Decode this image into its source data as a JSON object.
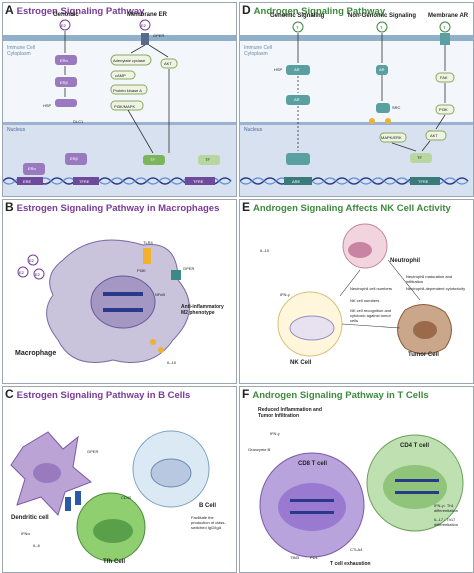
{
  "panels": {
    "A": {
      "letter": "A",
      "title": "Estrogen Signaling Pathway"
    },
    "B": {
      "letter": "B",
      "title": "Estrogen Signaling Pathway in Macrophages"
    },
    "C": {
      "letter": "C",
      "title": "Estrogen Signaling Pathway in B Cells"
    },
    "D": {
      "letter": "D",
      "title": "Androgen Signaling Pathway"
    },
    "E": {
      "letter": "E",
      "title": "Androgen Signaling Affects NK Cell Activity"
    },
    "F": {
      "letter": "F",
      "title": "Androgen Signaling Pathway in T Cells"
    }
  },
  "a": {
    "genomic": "Genomic",
    "membrane_er": "Membrane ER",
    "immune_cytoplasm": "Immune Cell Cytoplasm",
    "nucleus": "Nucleus",
    "e2": "E2",
    "gper": "GPER",
    "era": "ERα",
    "erb": "ERβ",
    "hsp": "HSP",
    "dlc1": "DLC1",
    "adenylate": "Adenylate cyclase",
    "camp": "cAMP",
    "pka": "Protein kinase A",
    "pi3k_mapk": "PI3K/MAPK",
    "akt": "AKT",
    "tf": "TF",
    "ere": "ERE",
    "tfre": "TFRE"
  },
  "d": {
    "genomic": "Genomic Signaling",
    "nongenomic": "Non-Genomic Signaling",
    "membrane_ar": "Membrane AR",
    "immune_cytoplasm": "Immune Cell Cytoplasm",
    "nucleus": "Nucleus",
    "t": "T",
    "ar": "AR",
    "hsp": "HSP",
    "src": "SRC",
    "fak": "FAK",
    "pi3k": "PI3K",
    "akt": "AKT",
    "mapk": "MAPK/ERK",
    "tf": "TF",
    "are": "ARE",
    "tfre": "TFRE",
    "p": "P"
  },
  "b": {
    "e2": "E2",
    "tlr4": "TLR4",
    "pi3k": "PI3K",
    "gper": "GPER",
    "nfkb": "NFκB",
    "anti_inflam": "Anti-inflammatory\nM2 phenotype",
    "macrophage": "Macrophage",
    "il10": "IL-10"
  },
  "e": {
    "neutrophil": "Neutrophil",
    "nk_cell": "NK Cell",
    "tumor_cell": "Tumor Cell",
    "neut_maturation": "Neutrophil maturation and infiltration",
    "neut_cytotox": "Neutrophil-dependent cytotoxicity",
    "neut_numbers": "Neutrophil cell numbers",
    "nk_numbers": "NK cell numbers",
    "nk_recognition": "NK cell recognition and cytotoxic against tumor cells",
    "ifng": "IFN-γ",
    "il10": "IL-10"
  },
  "c": {
    "dendritic": "Dendritic cell",
    "tfh": "Tfh Cell",
    "b_cell": "B Cell",
    "ifna": "IFNα",
    "il6": "IL-6",
    "facilitate": "Facilitate the production of class-switched IgG/IgA",
    "gper": "GPER",
    "cd40": "CD40"
  },
  "f": {
    "reduced": "Reduced Inflammation and Tumor Infiltration",
    "cd8": "CD8 T cell",
    "cd4": "CD4 T cell",
    "granzyme": "Granzyme B",
    "ifng": "IFN-γ",
    "exhaustion": "T cell exhaustion",
    "th1": "IFN-γ↓ Th1 differentiation",
    "th17": "IL-17↓ Th17 differentiation",
    "tim3": "TIM3",
    "pd1": "PD1",
    "ctla4": "CTLA4"
  },
  "colors": {
    "purple_title": "#7a3a9a",
    "green_title": "#3c8a3c",
    "membrane": "#8fb0c8",
    "nucleus": "#d7e1f0",
    "er_purple": "#9a7abf",
    "ar_teal": "#5aa0a0",
    "dna": "#2a3a8a",
    "green_cell": "#6fae5c",
    "violet_cell": "#a98bcd"
  }
}
